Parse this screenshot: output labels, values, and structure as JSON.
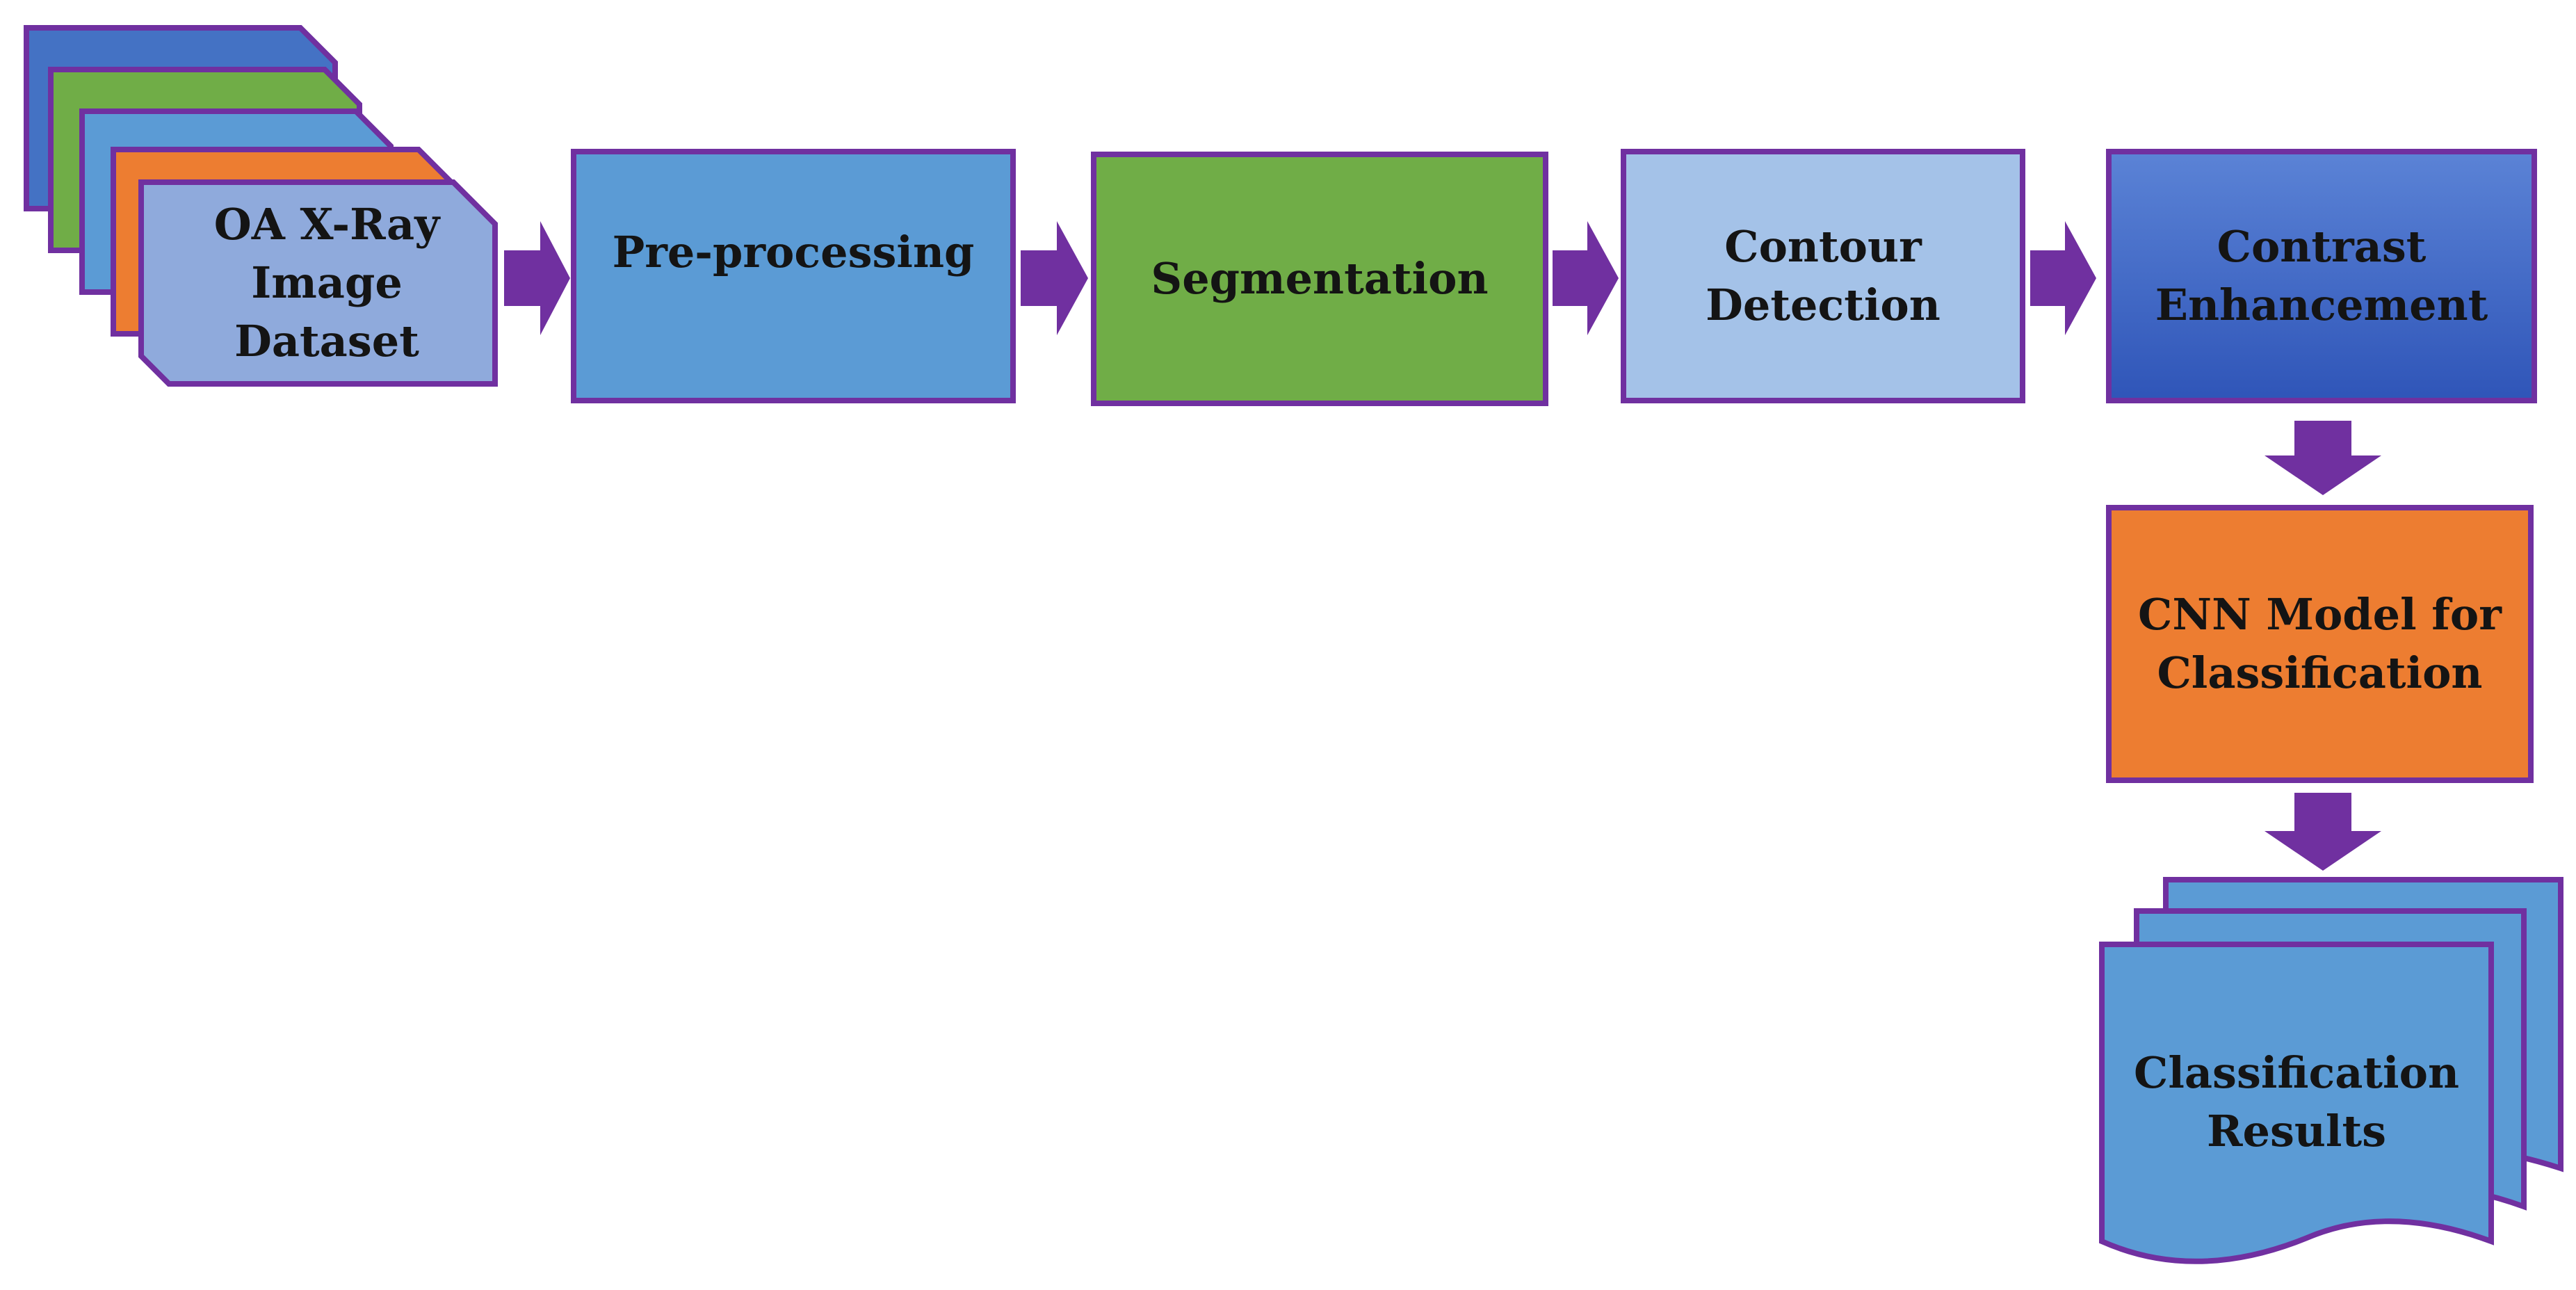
{
  "diagram": {
    "nodes": {
      "dataset": {
        "label": "OA X-Ray\nImage\nDataset"
      },
      "preprocessing": {
        "label": "Pre-processing"
      },
      "segmentation": {
        "label": "Segmentation"
      },
      "contour": {
        "label": "Contour\nDetection"
      },
      "contrast": {
        "label": "Contrast\nEnhancement"
      },
      "cnn": {
        "label": "CNN Model for\nClassification"
      },
      "results": {
        "label": "Classification\nResults"
      }
    },
    "edges": [
      {
        "from": "dataset",
        "to": "preprocessing"
      },
      {
        "from": "preprocessing",
        "to": "segmentation"
      },
      {
        "from": "segmentation",
        "to": "contour"
      },
      {
        "from": "contour",
        "to": "contrast"
      },
      {
        "from": "contrast",
        "to": "cnn"
      },
      {
        "from": "cnn",
        "to": "results"
      }
    ]
  },
  "colors": {
    "outline": "#7030a0",
    "arrow": "#7030a0",
    "preprocessing_fill": "#5b9bd5",
    "segmentation_fill": "#70ad47",
    "contour_fill": "#a4c2e8",
    "contrast_fill_top": "#5b83d6",
    "contrast_fill_bottom": "#2f55b8",
    "cnn_fill": "#ed7d31",
    "dataset_fill": "#8faadc",
    "stack_colors": [
      "#4472c4",
      "#70ad47",
      "#5b9bd5",
      "#ed7d31"
    ],
    "results_fill": "#5b9bd5"
  }
}
